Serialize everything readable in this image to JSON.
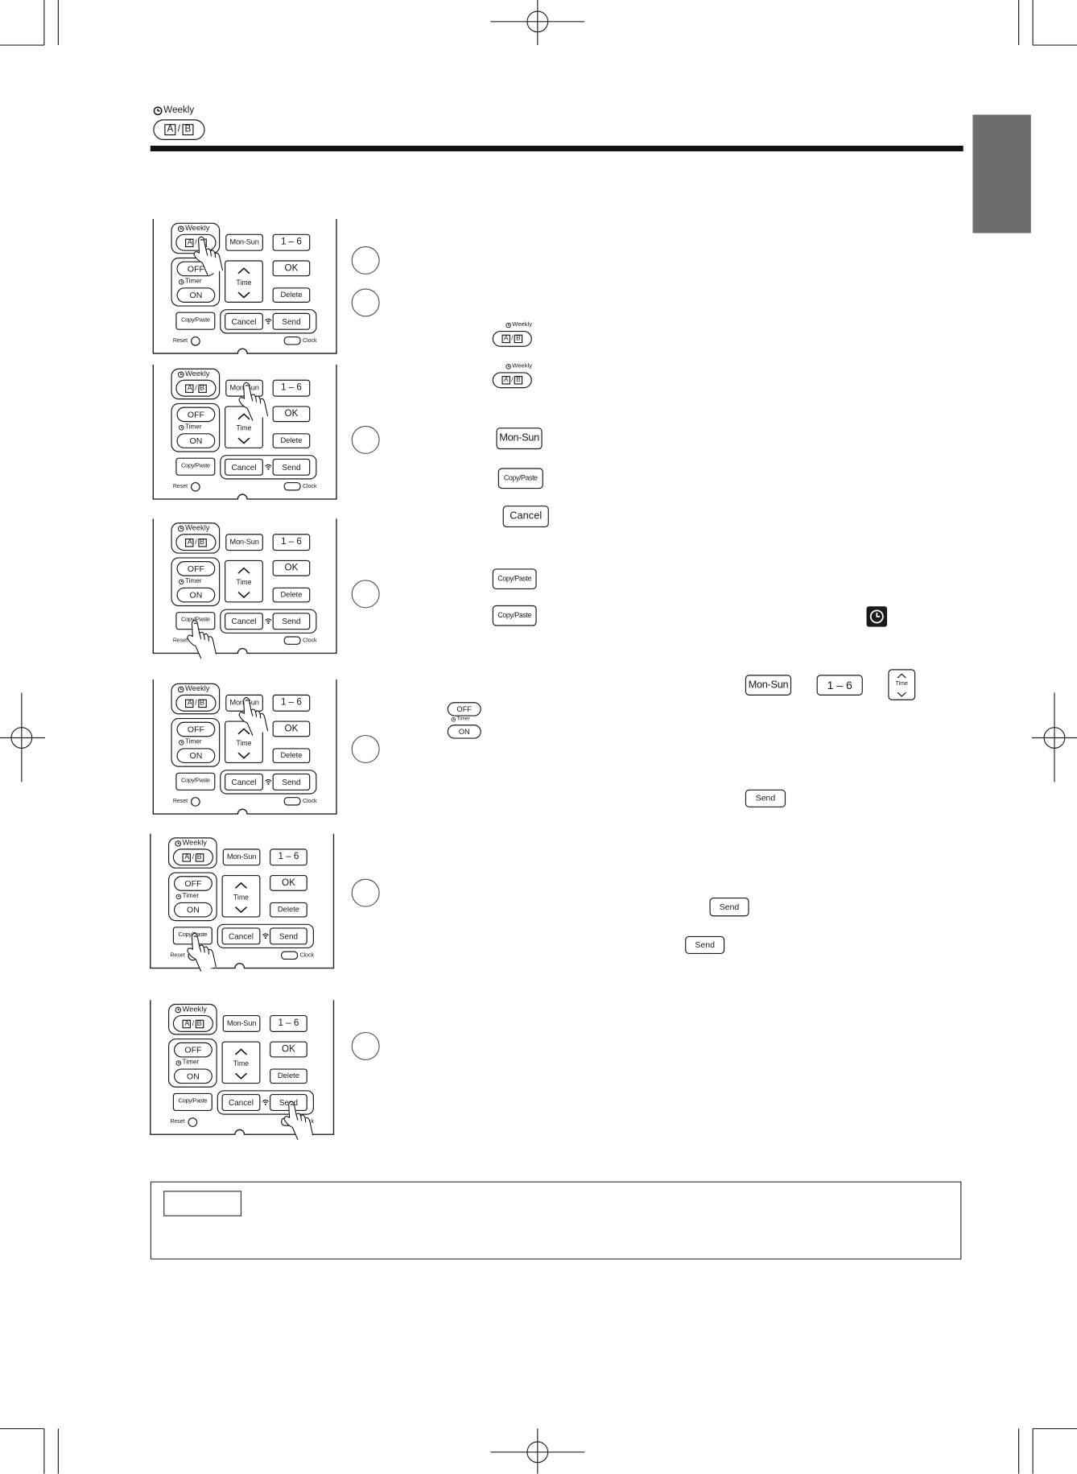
{
  "labels": {
    "weekly": "Weekly",
    "a": "A",
    "b": "B",
    "slash": "/",
    "mon_sun": "Mon-Sun",
    "one_six": "1 – 6",
    "off": "OFF",
    "timer": "Timer",
    "on": "ON",
    "time": "Time",
    "ok": "OK",
    "delete": "Delete",
    "copy_paste": "Copy/Paste",
    "cancel": "Cancel",
    "send": "Send",
    "reset": "Reset",
    "clock": "Clock"
  },
  "icons": {
    "timer": "clock-icon",
    "transmit": "wifi-icon",
    "pointer": "hand-pointer-icon",
    "up": "chevron-up-icon",
    "down": "chevron-down-icon"
  },
  "colors": {
    "ink": "#1a1a1a",
    "tab_gray": "#6d6d6d",
    "header_rule": "#111111"
  }
}
